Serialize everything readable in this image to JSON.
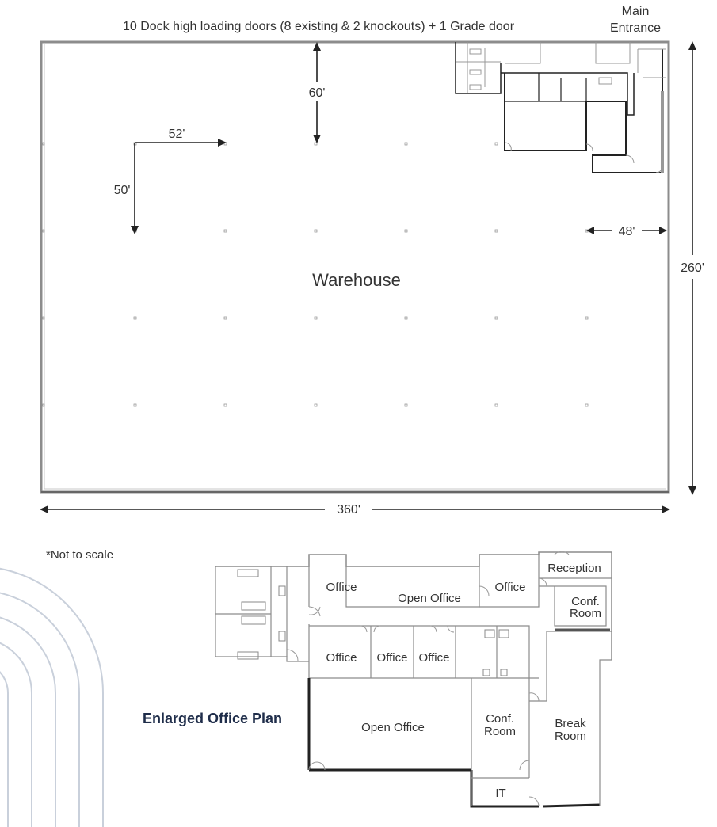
{
  "header": {
    "doors_note": "10 Dock high loading doors (8 existing & 2 knockouts) + 1 Grade door",
    "main_entrance_line1": "Main",
    "main_entrance_line2": "Entrance"
  },
  "warehouse": {
    "label": "Warehouse",
    "dim_width": "360'",
    "dim_height": "260'",
    "dim_bay_depth": "60'",
    "dim_column_x": "52'",
    "dim_column_y": "50'",
    "dim_office_offset": "48'"
  },
  "notes": {
    "scale_note": "*Not to scale",
    "enlarged_title": "Enlarged Office Plan"
  },
  "office_plan": {
    "rooms": {
      "office_1": "Office",
      "open_office_top": "Open Office",
      "office_2": "Office",
      "reception": "Reception",
      "conf_room_top_1": "Conf.",
      "conf_room_top_2": "Room",
      "office_3": "Office",
      "office_4": "Office",
      "office_5": "Office",
      "open_office_bottom": "Open Office",
      "conf_room_bottom_1": "Conf.",
      "conf_room_bottom_2": "Room",
      "break_room_1": "Break",
      "break_room_2": "Room",
      "it": "IT"
    }
  }
}
